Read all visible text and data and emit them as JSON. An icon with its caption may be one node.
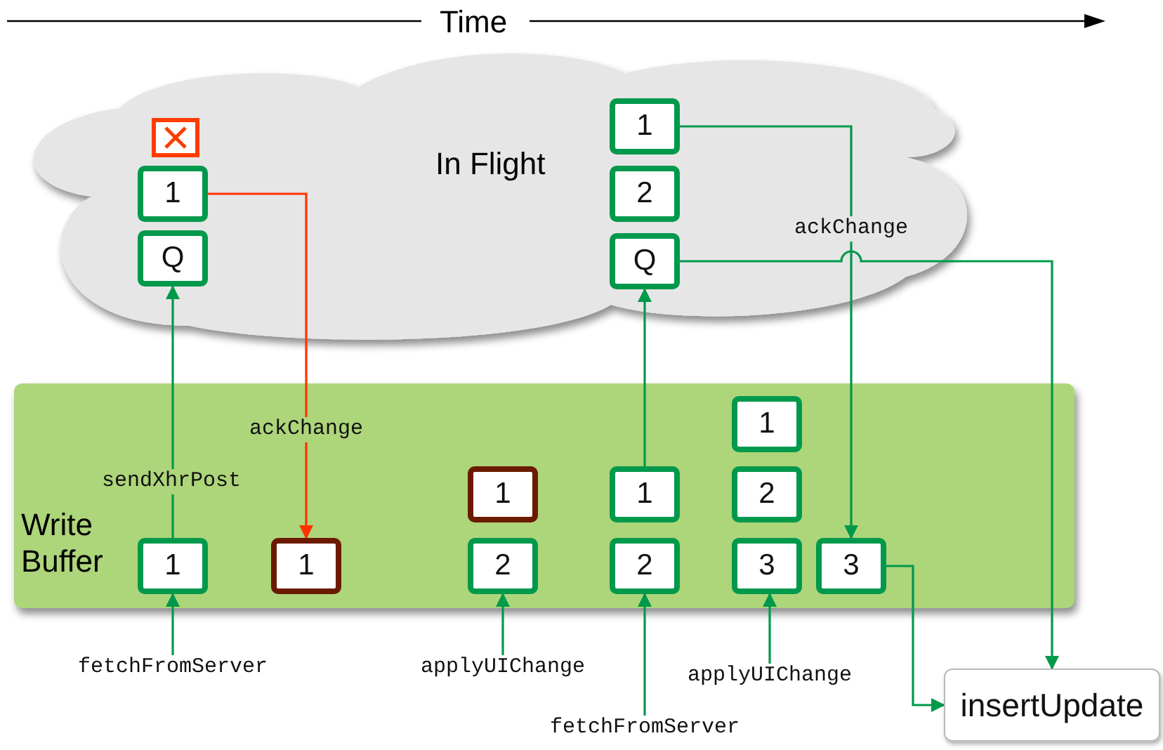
{
  "diagram": {
    "nodes": [
      {
        "text": [
          "In Flight"
        ]
      },
      {
        "text": [],
        "shape": "box",
        "in": 0
      },
      {
        "text": [
          "1"
        ],
        "in": 0
      },
      {
        "text": [
          "Q"
        ],
        "in": 0
      },
      {
        "text": [
          "1"
        ],
        "in": 0
      },
      {
        "text": [
          "2"
        ],
        "in": 0
      },
      {
        "text": [
          "Q"
        ],
        "in": 0
      },
      {
        "text": [
          "Write Buffer"
        ]
      },
      {
        "text": [
          "1"
        ],
        "in": 7
      },
      {
        "text": [
          "1"
        ],
        "in": 7
      },
      {
        "text": [
          "1"
        ],
        "in": 7
      },
      {
        "text": [
          "2"
        ],
        "in": 7
      },
      {
        "text": [
          "1"
        ],
        "in": 7
      },
      {
        "text": [
          "2"
        ],
        "in": 7
      },
      {
        "text": [
          "1"
        ],
        "in": 7
      },
      {
        "text": [
          "2"
        ],
        "in": 7
      },
      {
        "text": [
          "3"
        ],
        "in": 7
      },
      {
        "text": [
          "3"
        ],
        "in": 7
      },
      {
        "text": [
          "insertUpdate"
        ]
      },
      {
        "text": [
          "fetchFromServer"
        ]
      },
      {
        "text": [
          "applyUIChange"
        ]
      },
      {
        "text": [
          "fetchFromServer"
        ]
      },
      {
        "text": [
          "applyUIChange"
        ]
      }
    ],
    "edges": [
      {
        "from": 19,
        "to": 8,
        "arrow": "to"
      },
      {
        "from": 8,
        "to": 3,
        "arrow": "to",
        "label": "sendXhrPost"
      },
      {
        "from": 2,
        "to": 9,
        "arrow": "to",
        "label": "ackChange",
        "color": "#ff3300"
      },
      {
        "from": 20,
        "to": 11,
        "arrow": "to"
      },
      {
        "from": 21,
        "to": 13,
        "arrow": "to"
      },
      {
        "from": 12,
        "to": 6,
        "arrow": "to"
      },
      {
        "from": 4,
        "to": 17,
        "arrow": "to",
        "label": "ackChange"
      },
      {
        "from": 6,
        "to": 18,
        "arrow": "to"
      },
      {
        "from": 22,
        "to": 16,
        "arrow": "to"
      },
      {
        "from": 17,
        "to": 18,
        "arrow": "to"
      }
    ],
    "labels": [
      "Time"
    ]
  }
}
